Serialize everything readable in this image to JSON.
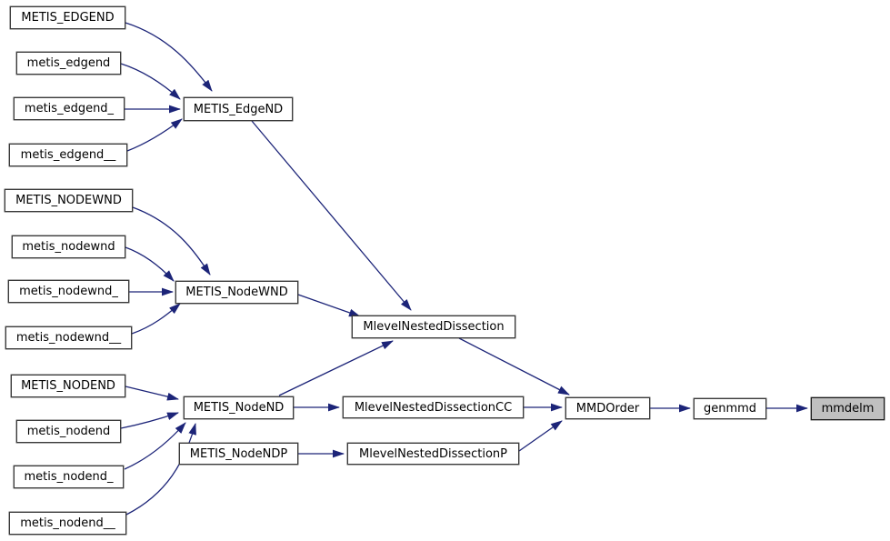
{
  "diagram": {
    "type": "call-graph",
    "edge_color": "#1c2478",
    "node_fill": "#ffffff",
    "node_border_color": "#3a3a3a",
    "highlight_fill": "#c0c0c0",
    "nodes": [
      {
        "label": "METIS_EDGEND",
        "highlighted": false
      },
      {
        "label": "metis_edgend",
        "highlighted": false
      },
      {
        "label": "metis_edgend_",
        "highlighted": false
      },
      {
        "label": "metis_edgend__",
        "highlighted": false
      },
      {
        "label": "METIS_EdgeND",
        "highlighted": false
      },
      {
        "label": "METIS_NODEWND",
        "highlighted": false
      },
      {
        "label": "metis_nodewnd",
        "highlighted": false
      },
      {
        "label": "metis_nodewnd_",
        "highlighted": false
      },
      {
        "label": "metis_nodewnd__",
        "highlighted": false
      },
      {
        "label": "METIS_NodeWND",
        "highlighted": false
      },
      {
        "label": "MlevelNestedDissection",
        "highlighted": false
      },
      {
        "label": "METIS_NODEND",
        "highlighted": false
      },
      {
        "label": "metis_nodend",
        "highlighted": false
      },
      {
        "label": "metis_nodend_",
        "highlighted": false
      },
      {
        "label": "metis_nodend__",
        "highlighted": false
      },
      {
        "label": "METIS_NodeND",
        "highlighted": false
      },
      {
        "label": "MlevelNestedDissectionCC",
        "highlighted": false
      },
      {
        "label": "METIS_NodeNDP",
        "highlighted": false
      },
      {
        "label": "MlevelNestedDissectionP",
        "highlighted": false
      },
      {
        "label": "MMDOrder",
        "highlighted": false
      },
      {
        "label": "genmmd",
        "highlighted": false
      },
      {
        "label": "mmdelm",
        "highlighted": true
      }
    ],
    "edges": [
      {
        "from": "METIS_EDGEND",
        "to": "METIS_EdgeND"
      },
      {
        "from": "metis_edgend",
        "to": "METIS_EdgeND"
      },
      {
        "from": "metis_edgend_",
        "to": "METIS_EdgeND"
      },
      {
        "from": "metis_edgend__",
        "to": "METIS_EdgeND"
      },
      {
        "from": "METIS_EdgeND",
        "to": "MlevelNestedDissection"
      },
      {
        "from": "METIS_NODEWND",
        "to": "METIS_NodeWND"
      },
      {
        "from": "metis_nodewnd",
        "to": "METIS_NodeWND"
      },
      {
        "from": "metis_nodewnd_",
        "to": "METIS_NodeWND"
      },
      {
        "from": "metis_nodewnd__",
        "to": "METIS_NodeWND"
      },
      {
        "from": "METIS_NodeWND",
        "to": "MlevelNestedDissection"
      },
      {
        "from": "METIS_NODEND",
        "to": "METIS_NodeND"
      },
      {
        "from": "metis_nodend",
        "to": "METIS_NodeND"
      },
      {
        "from": "metis_nodend_",
        "to": "METIS_NodeND"
      },
      {
        "from": "metis_nodend__",
        "to": "METIS_NodeND"
      },
      {
        "from": "METIS_NodeND",
        "to": "MlevelNestedDissection"
      },
      {
        "from": "METIS_NodeND",
        "to": "MlevelNestedDissectionCC"
      },
      {
        "from": "METIS_NodeNDP",
        "to": "MlevelNestedDissectionP"
      },
      {
        "from": "MlevelNestedDissection",
        "to": "MMDOrder"
      },
      {
        "from": "MlevelNestedDissectionCC",
        "to": "MMDOrder"
      },
      {
        "from": "MlevelNestedDissectionP",
        "to": "MMDOrder"
      },
      {
        "from": "MMDOrder",
        "to": "genmmd"
      },
      {
        "from": "genmmd",
        "to": "mmdelm"
      }
    ]
  }
}
